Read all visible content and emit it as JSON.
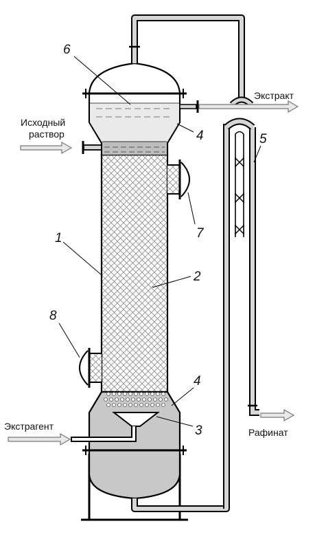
{
  "labels": {
    "feed_line1": "Исходный",
    "feed_line2": "раствор",
    "extract": "Экстракт",
    "extractant": "Экстрагент",
    "raffinate": "Рафинат"
  },
  "numbers": {
    "n1": "1",
    "n2": "2",
    "n3": "3",
    "n4_top": "4",
    "n4_bottom": "4",
    "n5": "5",
    "n6": "6",
    "n7": "7",
    "n8": "8"
  },
  "colors": {
    "outline": "#000000",
    "pipe_fill": "#d6d6d6",
    "light_liquid": "#eaeaea",
    "interface_liquid": "#bdbdbd",
    "bottom_liquid": "#c8c8c8",
    "packing_bg": "#ffffff",
    "packing_line": "#8a8a8a",
    "arrow_fill": "#e8e8e8"
  }
}
